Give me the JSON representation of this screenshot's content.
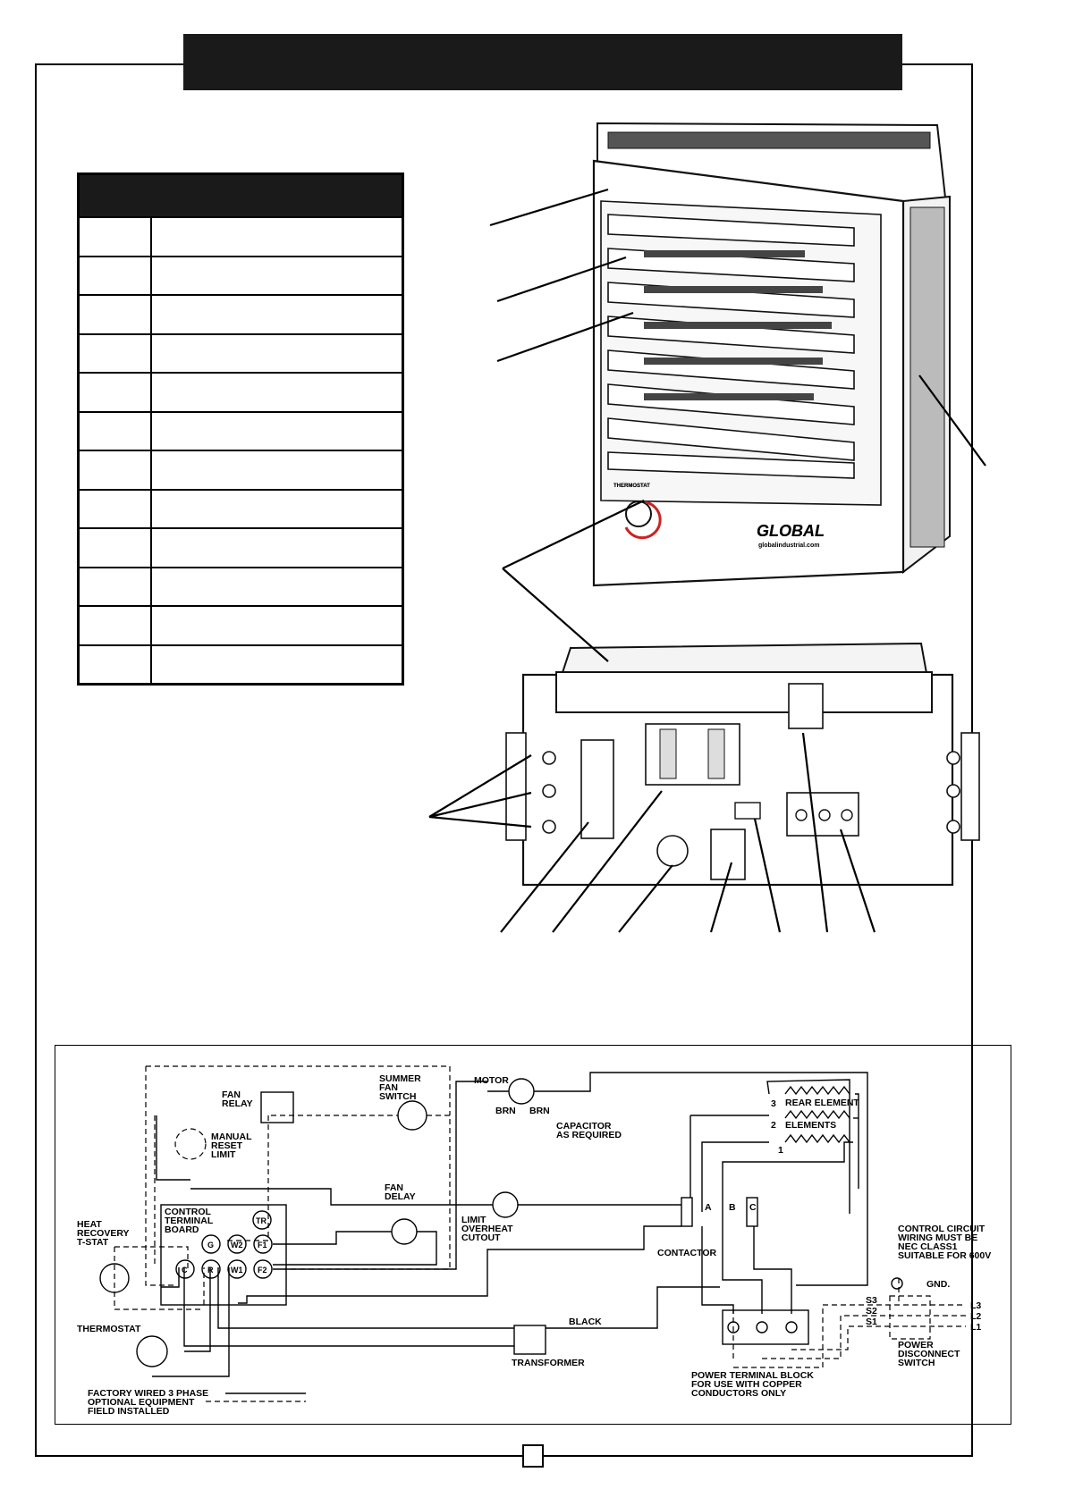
{
  "parts_table": {
    "header": [
      "",
      ""
    ],
    "rows": [
      {
        "num": "",
        "desc": ""
      },
      {
        "num": "",
        "desc": ""
      },
      {
        "num": "",
        "desc": ""
      },
      {
        "num": "",
        "desc": ""
      },
      {
        "num": "",
        "desc": ""
      },
      {
        "num": "",
        "desc": ""
      },
      {
        "num": "",
        "desc": ""
      },
      {
        "num": "",
        "desc": ""
      },
      {
        "num": "",
        "desc": ""
      },
      {
        "num": "",
        "desc": ""
      },
      {
        "num": "",
        "desc": ""
      },
      {
        "num": "",
        "desc": ""
      }
    ]
  },
  "heater": {
    "thermostat_label": "THERMOSTAT",
    "brand": "GLOBAL",
    "brand_url": "globalindustrial.com"
  },
  "wiring": {
    "fan_relay": [
      "FAN",
      "RELAY"
    ],
    "summer_fan_switch": [
      "SUMMER",
      "FAN",
      "SWITCH"
    ],
    "motor": "MOTOR",
    "brn_left": "BRN",
    "brn_right": "BRN",
    "capacitor": [
      "CAPACITOR",
      "AS REQUIRED"
    ],
    "rear_element": "REAR ELEMENT",
    "elements": "ELEMENTS",
    "element_numbers": [
      "3",
      "2",
      "1"
    ],
    "manual_reset_limit": [
      "MANUAL",
      "RESET",
      "LIMIT"
    ],
    "fan_delay": [
      "FAN",
      "DELAY"
    ],
    "control_terminal_board": [
      "CONTROL",
      "TERMINAL",
      "BOARD"
    ],
    "terminals": {
      "tr": "TR",
      "g": "G",
      "w2": "W2",
      "f1": "F1",
      "c": "C",
      "r": "R",
      "w1": "W1",
      "f2": "F2"
    },
    "heat_recovery": [
      "HEAT",
      "RECOVERY",
      "T-STAT"
    ],
    "limit_overheat": [
      "LIMIT",
      "OVERHEAT",
      "CUTOUT"
    ],
    "contactor": "CONTACTOR",
    "contactor_poles": [
      "A",
      "B",
      "C"
    ],
    "control_circuit_note": [
      "CONTROL CIRCUIT",
      "WIRING MUST BE",
      "NEC CLASS1",
      "SUITABLE FOR 600V"
    ],
    "gnd": "GND.",
    "supply_left": [
      "S3",
      "S2",
      "S1"
    ],
    "supply_right": [
      "L3",
      "L2",
      "L1"
    ],
    "power_disconnect": [
      "POWER",
      "DISCONNECT",
      "SWITCH"
    ],
    "thermostat": "THERMOSTAT",
    "black": "BLACK",
    "transformer": "TRANSFORMER",
    "power_terminal_block": [
      "POWER TERMINAL BLOCK",
      "FOR USE WITH COPPER",
      "CONDUCTORS ONLY"
    ],
    "legend": {
      "factory_wired": "FACTORY WIRED 3 PHASE",
      "optional": "OPTIONAL EQUIPMENT",
      "field": "FIELD INSTALLED"
    }
  }
}
